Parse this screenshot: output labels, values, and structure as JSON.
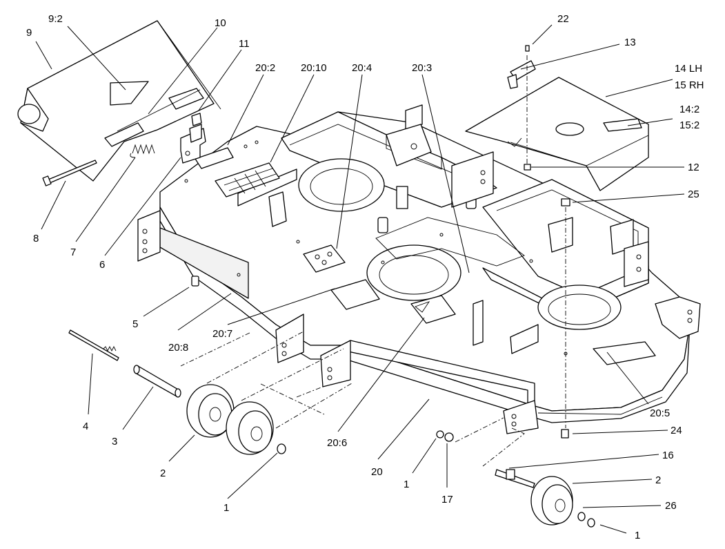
{
  "labels": {
    "l9": "9",
    "l9_2": "9:2",
    "l10": "10",
    "l11": "11",
    "l20_2": "20:2",
    "l20_10": "20:10",
    "l20_4": "20:4",
    "l20_3": "20:3",
    "l22": "22",
    "l13": "13",
    "l14lh": "14 LH",
    "l15rh": "15 RH",
    "l14_2": "14:2",
    "l15_2": "15:2",
    "l12": "12",
    "l25": "25",
    "l8": "8",
    "l7": "7",
    "l6": "6",
    "l5": "5",
    "l20_8": "20:8",
    "l20_7": "20:7",
    "l4": "4",
    "l3": "3",
    "l2a": "2",
    "l1a": "1",
    "l20_6": "20:6",
    "l20": "20",
    "l1b": "1",
    "l17": "17",
    "l20_5": "20:5",
    "l24": "24",
    "l16": "16",
    "l2b": "2",
    "l26": "26",
    "l1c": "1"
  }
}
